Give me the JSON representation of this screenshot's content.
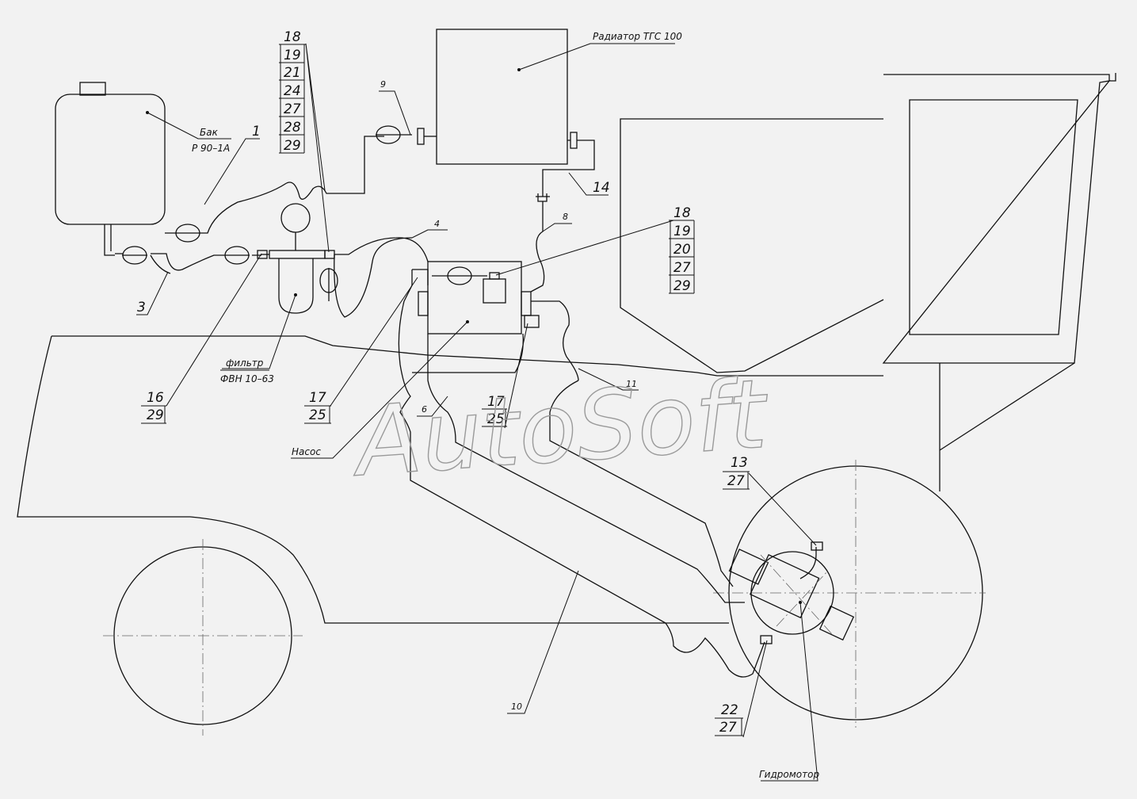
{
  "watermark": "AutoSoft",
  "components": {
    "tank": {
      "name": "Бак",
      "model": "Р 90–1А"
    },
    "radiator": "Радиатор ТГС 100",
    "filter": {
      "name": "фильтр",
      "model": "ФВН 10–63"
    },
    "pump": "Насос",
    "motor": "Гидромотор"
  },
  "callouts": {
    "c1": "1",
    "c3": "3",
    "c4": "4",
    "c6": "6",
    "c8": "8",
    "c9": "9",
    "c10": "10",
    "c11": "11",
    "c14": "14",
    "stack_top": [
      "18",
      "19",
      "21",
      "24",
      "27",
      "28",
      "29"
    ],
    "stack_right": [
      "18",
      "19",
      "20",
      "27",
      "29"
    ],
    "s16": [
      "16",
      "29"
    ],
    "s17a": [
      "17",
      "25"
    ],
    "s17b": [
      "17",
      "25"
    ],
    "s13": [
      "13",
      "27"
    ],
    "s22": [
      "22",
      "27"
    ]
  }
}
